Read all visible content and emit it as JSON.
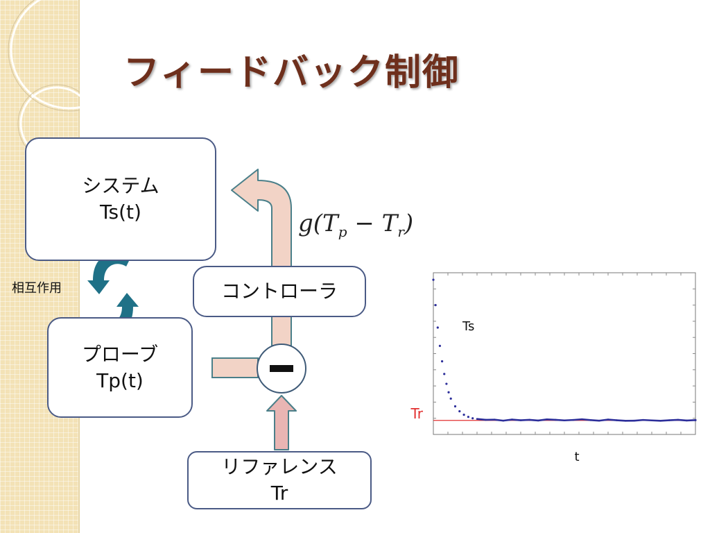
{
  "slide": {
    "title": "フィードバック制御"
  },
  "diagram": {
    "system": {
      "name": "システム",
      "variable": "Ts(t)"
    },
    "probe": {
      "name": "プローブ",
      "variable": "Tp(t)"
    },
    "controller": {
      "name": "コントローラ"
    },
    "reference": {
      "name": "リファレンス",
      "variable": "Tr"
    },
    "interaction_label": "相互作用",
    "control_formula": {
      "func": "g",
      "var_a": "T",
      "sub_a": "p",
      "var_b": "T",
      "sub_b": "r"
    }
  },
  "colors": {
    "title": "#6e2f1c",
    "box_border": "#4a5a85",
    "arrow_fill": "#f2d3c6",
    "arrow_stroke": "#4a7f89",
    "reference_arrow_fill": "#e9b5b3",
    "cycle_arrow": "#1f7187",
    "curve": "#2c2e9a",
    "reference_line": "#e23030"
  },
  "chart_data": {
    "type": "scatter",
    "xlabel": "t",
    "series": [
      {
        "name": "Ts",
        "x": [
          0.0,
          0.5,
          1.0,
          1.5,
          2.0,
          2.5,
          3.0,
          3.5,
          4.0,
          5.0,
          6.0,
          7.0,
          8.0,
          9.0,
          10.0,
          12.0,
          14.0,
          16.0,
          18.0,
          20.0,
          22.0,
          24.0,
          26.0,
          28.0,
          30.0,
          32.0,
          34.0,
          36.0,
          38.0,
          40.0,
          42.0,
          44.0,
          46.0,
          48.0,
          50.0,
          52.0,
          54.0,
          56.0,
          58.0,
          60.0
        ],
        "y": [
          1.0,
          0.82,
          0.66,
          0.53,
          0.42,
          0.33,
          0.26,
          0.2,
          0.155,
          0.1,
          0.065,
          0.04,
          0.025,
          0.015,
          0.01,
          0.004,
          0.005,
          -0.002,
          0.006,
          0.001,
          0.004,
          -0.001,
          0.007,
          0.004,
          0.0,
          0.003,
          0.008,
          0.002,
          -0.002,
          0.006,
          0.001,
          -0.003,
          -0.002,
          0.003,
          0.0,
          -0.003,
          0.001,
          0.004,
          -0.001,
          0.002
        ]
      },
      {
        "name": "Tr",
        "x": [
          0,
          60
        ],
        "y": [
          0,
          0
        ]
      }
    ],
    "xlim": [
      0,
      60
    ],
    "ylim": [
      -0.1,
      1.05
    ]
  }
}
